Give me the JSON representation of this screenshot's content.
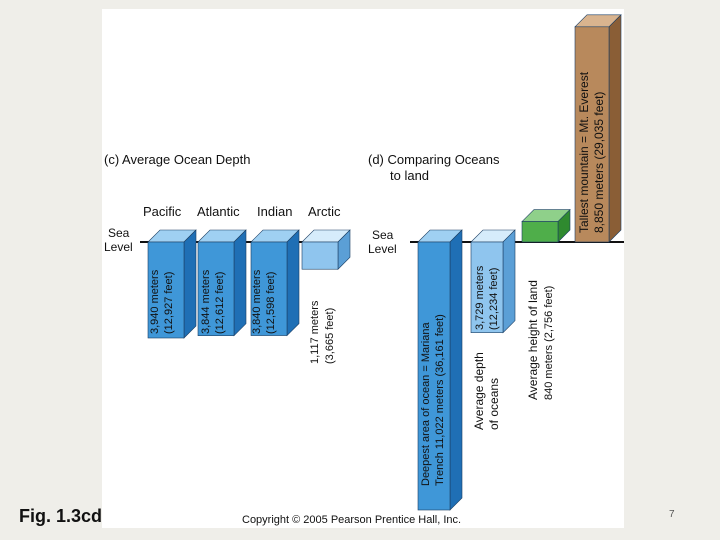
{
  "slide": {
    "figure_label": "Fig. 1.3cd",
    "page_number": "7"
  },
  "diagram": {
    "section_c_title": "(c) Average Ocean Depth",
    "section_d_title_line1": "(d) Comparing Oceans",
    "section_d_title_line2": "to land",
    "sea_level_line1": "Sea",
    "sea_level_line2": "Level",
    "oceans": [
      {
        "name": "Pacific",
        "depth_m": 3940,
        "label_line1": "3,940 meters",
        "label_line2": "(12,927 feet)"
      },
      {
        "name": "Atlantic",
        "depth_m": 3844,
        "label_line1": "3,844 meters",
        "label_line2": "(12,612 feet)"
      },
      {
        "name": "Indian",
        "depth_m": 3840,
        "label_line1": "3,840 meters",
        "label_line2": "(12,598 feet)"
      },
      {
        "name": "Arctic",
        "depth_m": 1117,
        "label_line1": "1,117 meters",
        "label_line2": "(3,665 feet)"
      }
    ],
    "comparison": [
      {
        "key": "deepest",
        "value_m": -11022,
        "label_line1": "Deepest area of ocean = Mariana",
        "label_line2": "Trench 11,022 meters (36,161 feet)"
      },
      {
        "key": "avg_depth",
        "value_m": -3729,
        "label_line1": "3,729 meters",
        "label_line2": "(12,234 feet)",
        "label_line3": "Average depth",
        "label_line4": "of oceans"
      },
      {
        "key": "avg_land",
        "value_m": 840,
        "label_line1": "Average height of land",
        "label_line2": "840 meters (2,756 feet)"
      },
      {
        "key": "tallest",
        "value_m": 8850,
        "label_line1": "Tallest mountain = Mt. Everest",
        "label_line2": "8,850 meters (29,035 feet)"
      }
    ],
    "copyright": "Copyright © 2005 Pearson Prentice Hall, Inc.",
    "colors": {
      "ocean_front": "#3f97d8",
      "ocean_side": "#1f6fb5",
      "ocean_top": "#9fd0f2",
      "light_front": "#8fc5ee",
      "light_side": "#5b9fd6",
      "light_top": "#d6ecfb",
      "land_front": "#4fae4a",
      "land_side": "#2f8a2f",
      "land_top": "#8fd08a",
      "mountain_front": "#b8895c",
      "mountain_side": "#8a5e36",
      "mountain_top": "#d9b48f"
    }
  }
}
